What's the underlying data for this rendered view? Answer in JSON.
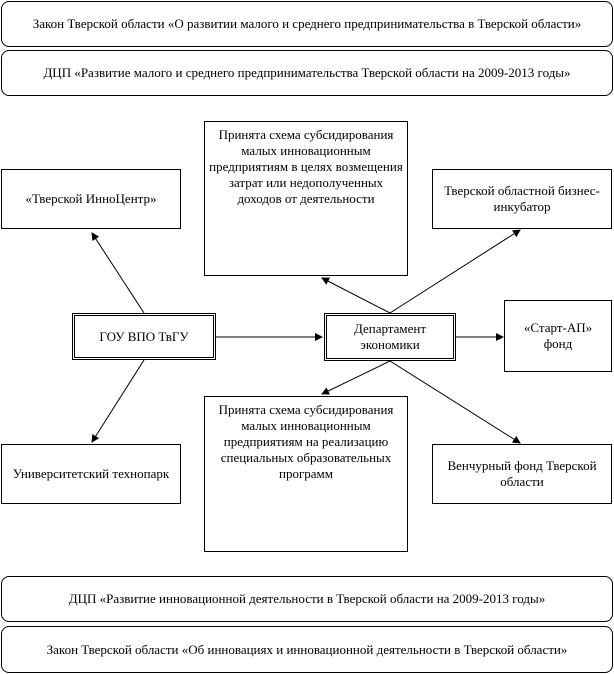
{
  "banners": {
    "law_msp": "Закон Тверской области «О развитии малого и среднего предпринимательства в Тверской области»",
    "dcp_msp": "ДЦП «Развитие малого и среднего предпринимательства Тверской области на 2009-2013 годы»",
    "dcp_innov": "ДЦП «Развитие инновационной деятельности в  Тверской области на 2009-2013 годы»",
    "law_innov": "Закон Тверской области «Об инновациях и инновационной деятельности в Тверской области»"
  },
  "nodes": {
    "subsidy_costs": "Принята схема субсидирования малых инновационным предприятиям в целях возмещения затрат или недополученных доходов от деятельности",
    "tver_innocenter": "«Тверской ИнноЦентр»",
    "incubator": "Тверской областной бизнес-инкубатор",
    "university": "ГОУ ВПО ТвГУ",
    "department": "Департамент экономики",
    "start_ap": "«Старт-АП» фонд",
    "technopark": "Университетский технопарк",
    "subsidy_programs": "Принята схема субсидирования малых инновационным предприятиям на реализацию специальных образовательных программ",
    "venture_fund": "Венчурный фонд Тверской области"
  }
}
